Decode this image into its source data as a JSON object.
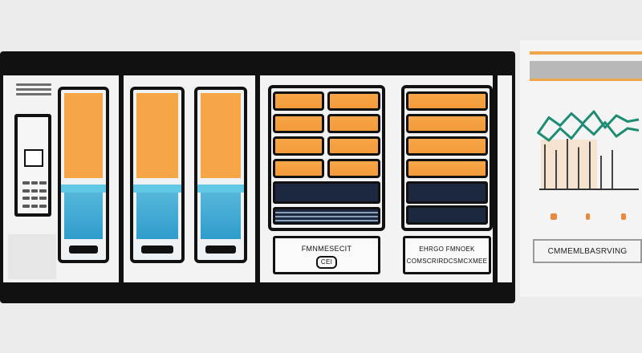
{
  "colors": {
    "accent_orange": "#f7a647",
    "accent_blue": "#3aa5d2",
    "navy": "#1c2740",
    "chart_teal": "#1d8c73",
    "frame_black": "#111111"
  },
  "unit_one": {
    "title": "FMNMESECIT",
    "badge": "CEI"
  },
  "unit_two": {
    "title": "EHRGO FMNOEK",
    "subtitle": "COMSCRIRDCSMCXMEE"
  },
  "legend": {
    "label": "CMMEMLBASRVING"
  },
  "chart_data": {
    "type": "line",
    "series": [
      {
        "color": "#1d8c73",
        "values": [
          0.35,
          0.75,
          0.55,
          0.85,
          0.6,
          0.9,
          0.5,
          0.8,
          0.65,
          0.7
        ]
      },
      {
        "color": "#1d8c73",
        "values": [
          0.5,
          0.3,
          0.6,
          0.35,
          0.7,
          0.45,
          0.75,
          0.4,
          0.6,
          0.55
        ]
      }
    ],
    "bars": [
      0.8,
      0.7,
      0.9,
      0.75,
      0.85,
      0.6,
      0.7
    ],
    "legend_markers": 3
  }
}
